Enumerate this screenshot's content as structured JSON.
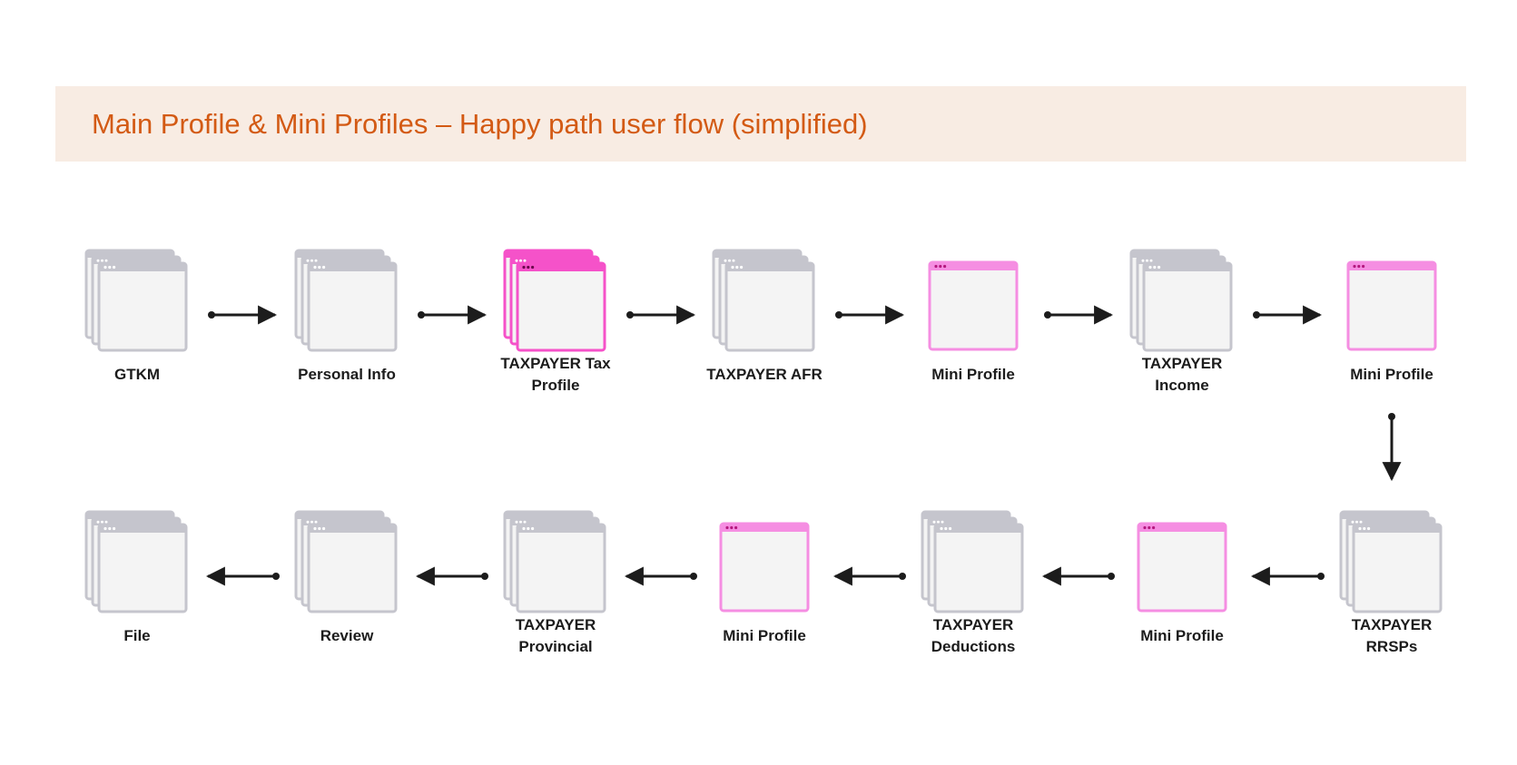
{
  "header": {
    "title": "Main Profile & Mini Profiles – Happy path user flow (simplified)"
  },
  "colors": {
    "banner_bg": "#f8ece3",
    "title": "#d35a14",
    "page_frame": "#c5c5cd",
    "mini_profile_frame": "#f58ee2",
    "highlight_frame": "#f552c9",
    "window_fill": "#f4f4f4",
    "arrow": "#1c1c1c"
  },
  "flow": {
    "row1": [
      {
        "label": "GTKM",
        "icon": "stacked-window-icon",
        "variant": "gray"
      },
      {
        "label": "Personal Info",
        "icon": "stacked-window-icon",
        "variant": "gray"
      },
      {
        "label": "TAXPAYER Tax Profile",
        "icon": "stacked-window-icon",
        "variant": "pink-stack"
      },
      {
        "label": "TAXPAYER AFR",
        "icon": "stacked-window-icon",
        "variant": "gray"
      },
      {
        "label": "Mini Profile",
        "icon": "single-window-icon",
        "variant": "pink-single"
      },
      {
        "label": "TAXPAYER Income",
        "icon": "stacked-window-icon",
        "variant": "gray"
      },
      {
        "label": "Mini Profile",
        "icon": "single-window-icon",
        "variant": "pink-single"
      }
    ],
    "row2": [
      {
        "label": "File",
        "icon": "stacked-window-icon",
        "variant": "gray"
      },
      {
        "label": "Review",
        "icon": "stacked-window-icon",
        "variant": "gray"
      },
      {
        "label": "TAXPAYER Provincial",
        "icon": "stacked-window-icon",
        "variant": "gray"
      },
      {
        "label": "Mini Profile",
        "icon": "single-window-icon",
        "variant": "pink-single"
      },
      {
        "label": "TAXPAYER Deductions",
        "icon": "stacked-window-icon",
        "variant": "gray"
      },
      {
        "label": "Mini Profile",
        "icon": "single-window-icon",
        "variant": "pink-single"
      },
      {
        "label": "TAXPAYER RRSPs",
        "icon": "stacked-window-icon",
        "variant": "gray"
      }
    ]
  }
}
